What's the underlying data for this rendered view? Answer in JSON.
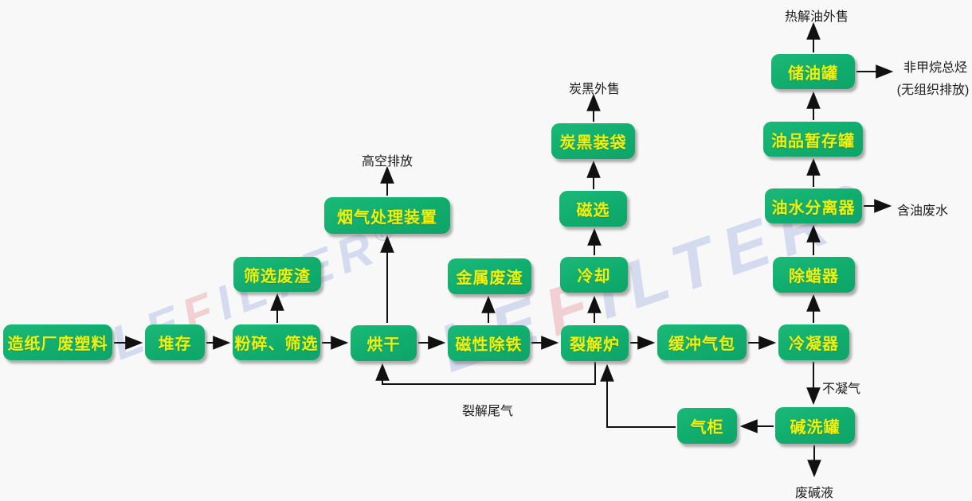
{
  "diagram": {
    "description": "Waste plastic pyrolysis process flow diagram",
    "colors": {
      "background": "#f8f8f8",
      "node_fill": "#10ad6e",
      "node_text": "#eff00f",
      "arrow": "#111111",
      "watermark_blue": "#d4dcf4",
      "watermark_pink": "#f3cdd1"
    },
    "nodes": [
      {
        "label": "造纸厂废塑料"
      },
      {
        "label": "堆存"
      },
      {
        "label": "粉碎、筛选"
      },
      {
        "label": "烘干"
      },
      {
        "label": "磁性除铁"
      },
      {
        "label": "裂解炉"
      },
      {
        "label": "缓冲气包"
      },
      {
        "label": "冷凝器"
      },
      {
        "label": "筛选废渣"
      },
      {
        "label": "烟气处理装置"
      },
      {
        "label": "金属废渣"
      },
      {
        "label": "冷却"
      },
      {
        "label": "磁选"
      },
      {
        "label": "炭黑装袋"
      },
      {
        "label": "除蜡器"
      },
      {
        "label": "油水分离器"
      },
      {
        "label": "油品暂存罐"
      },
      {
        "label": "储油罐"
      },
      {
        "label": "气柜"
      },
      {
        "label": "碱洗罐"
      }
    ],
    "labels": [
      {
        "text": "热解油外售"
      },
      {
        "text": "非甲烷总烃"
      },
      {
        "text": "(无组织排放)"
      },
      {
        "text": "炭黑外售"
      },
      {
        "text": "高空排放"
      },
      {
        "text": "含油废水"
      },
      {
        "text": "不凝气"
      },
      {
        "text": "裂解尾气"
      },
      {
        "text": "废碱液"
      }
    ],
    "watermark": {
      "part1": "LE",
      "part2": "F",
      "part3": "ILTER",
      "registered": "®"
    }
  }
}
